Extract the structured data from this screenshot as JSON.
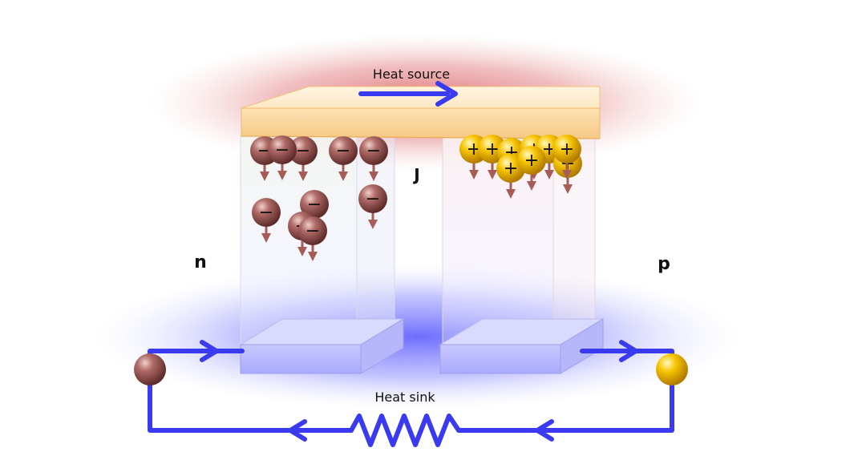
{
  "labels": {
    "heat_source": "Heat source",
    "heat_sink": "Heat sink",
    "current": "J",
    "n_leg": "n",
    "p_leg": "p"
  },
  "carriers": {
    "electron_sign": "−",
    "hole_sign": "+"
  },
  "colors": {
    "wire": "#3a3af0",
    "electron": "#8a4a48",
    "hole": "#f2b800",
    "heat_glow": "#e07a7e",
    "cold_glow": "#7070ff",
    "source_plate": "#fbd8a0",
    "drift_arrow": "#a85c58"
  },
  "icons": {
    "electron": "electron-sphere-icon",
    "hole": "hole-sphere-icon",
    "resistor": "resistor-icon",
    "arrow": "arrow-icon"
  }
}
